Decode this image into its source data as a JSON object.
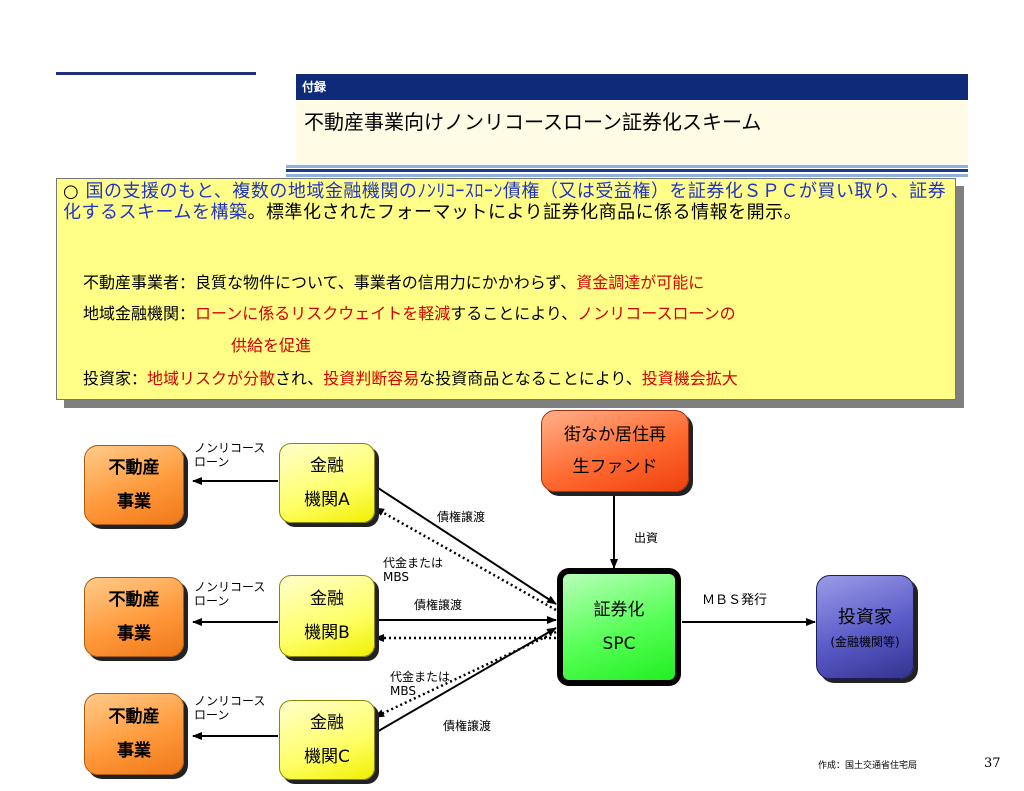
{
  "header": {
    "tag": "付録",
    "title": "不動産事業向けノンリコースローン証券化スキーム"
  },
  "summary": {
    "bullet": "○",
    "lead_blue": "国の支援のもと、複数の地域金融機関のﾉﾝﾘｺｰｽﾛｰﾝ債権（又は受益権）を証券化ＳＰＣが買い取り、証券化するスキームを構築",
    "lead_black": "。標準化されたフォーマットにより証券化商品に係る情報を開示。",
    "rows": [
      {
        "label": "不動産事業者：",
        "t1": "良質な物件について、事業者の信用力にかかわらず、",
        "r1": "資金調達が可能に"
      },
      {
        "label": "地域金融機関：",
        "r1": "ローンに係るリスクウェイトを軽減",
        "t1": "することにより、",
        "r2": "ノンリコースローンの"
      },
      {
        "r1": "供給を促進"
      },
      {
        "label": "投資家：",
        "r1": "地域リスクが分散",
        "t1": "され、",
        "r2": "投資判断容易",
        "t2": "な投資商品となることにより、",
        "r3": "投資機会拡大"
      }
    ]
  },
  "diagram": {
    "developer": {
      "line1": "不動産",
      "line2": "事業"
    },
    "banks": [
      {
        "line1": "金融",
        "line2": "機関A"
      },
      {
        "line1": "金融",
        "line2": "機関B"
      },
      {
        "line1": "金融",
        "line2": "機関C"
      }
    ],
    "fund": {
      "line1": "街なか居住再",
      "line2": "生ファンド"
    },
    "spc": {
      "line1": "証券化",
      "line2": "SPC"
    },
    "investor": {
      "line1": "投資家",
      "line2": "(金融機関等)"
    },
    "labels": {
      "nonrecourse_1": "ノンリコース",
      "nonrecourse_2": "ローン",
      "transfer": "債権譲渡",
      "proceeds_1": "代金または",
      "proceeds_2": "MBS",
      "investment": "出資",
      "mbs_issue": "ＭＢＳ発行"
    }
  },
  "footer": {
    "credit": "作成：国土交通省住宅局",
    "page": "37"
  }
}
